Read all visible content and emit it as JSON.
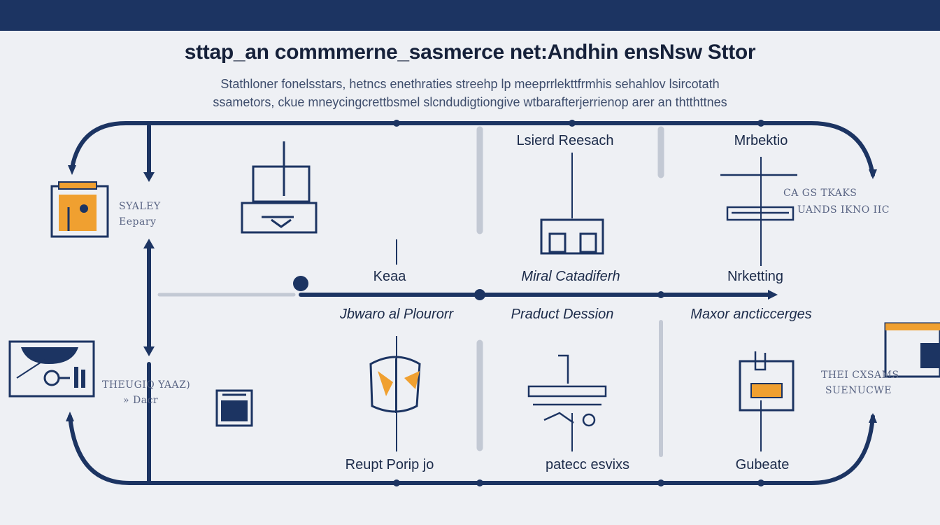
{
  "header": {
    "title": "sttap_an commmerne_sasmerce net:Andhin ensNsw Sttor",
    "subtitle_line1": "Stathloner fonelsstars, hetncs enethraties streehp lp meeprrlekttfrmhis sehahlov lsircotath",
    "subtitle_line2": "ssametors, ckue mneycingcrettbsmel slcndudigtiongive wtbarafterjerrienop arer an thtthttnes"
  },
  "side_labels": {
    "left_top_line1": "SYALEY",
    "left_top_line2": "Eepary",
    "left_bottom_line1": "THEUGIQ YAAZ)",
    "left_bottom_line2": "» Dacr",
    "right_top_line1": "CA GS TKAKS",
    "right_top_line2": "UANDS IKNO IIC",
    "right_bottom_line1": "THEI CXSAMS",
    "right_bottom_line2": "SUENUCWE"
  },
  "stages": {
    "col1_mid": "Keaa",
    "col1_sub": "Jbwaro al Plourorr",
    "col1_bottom": "Reupt Porip jo",
    "col2_top": "Lsierd Reesach",
    "col2_mid": "Miral Catadiferh",
    "col2_sub": "Praduct Dession",
    "col2_bottom": "patecc esvixs",
    "col3_top": "Mrbektio",
    "col3_mid": "Nrketting",
    "col3_sub": "Maxor ancticcerges",
    "col3_bottom": "Gubeate"
  },
  "colors": {
    "navy": "#1c3462",
    "accent_orange": "#f0a030",
    "background": "#eef0f4",
    "gray_line": "#b8bfcc"
  },
  "icons": [
    "storefront-icon",
    "analytics-board-icon",
    "packing-station-icon",
    "shipping-box-icon",
    "research-booth-icon",
    "conveyor-icon",
    "shelf-bar-icon",
    "dispenser-icon",
    "monitor-icon",
    "doc-icon"
  ]
}
